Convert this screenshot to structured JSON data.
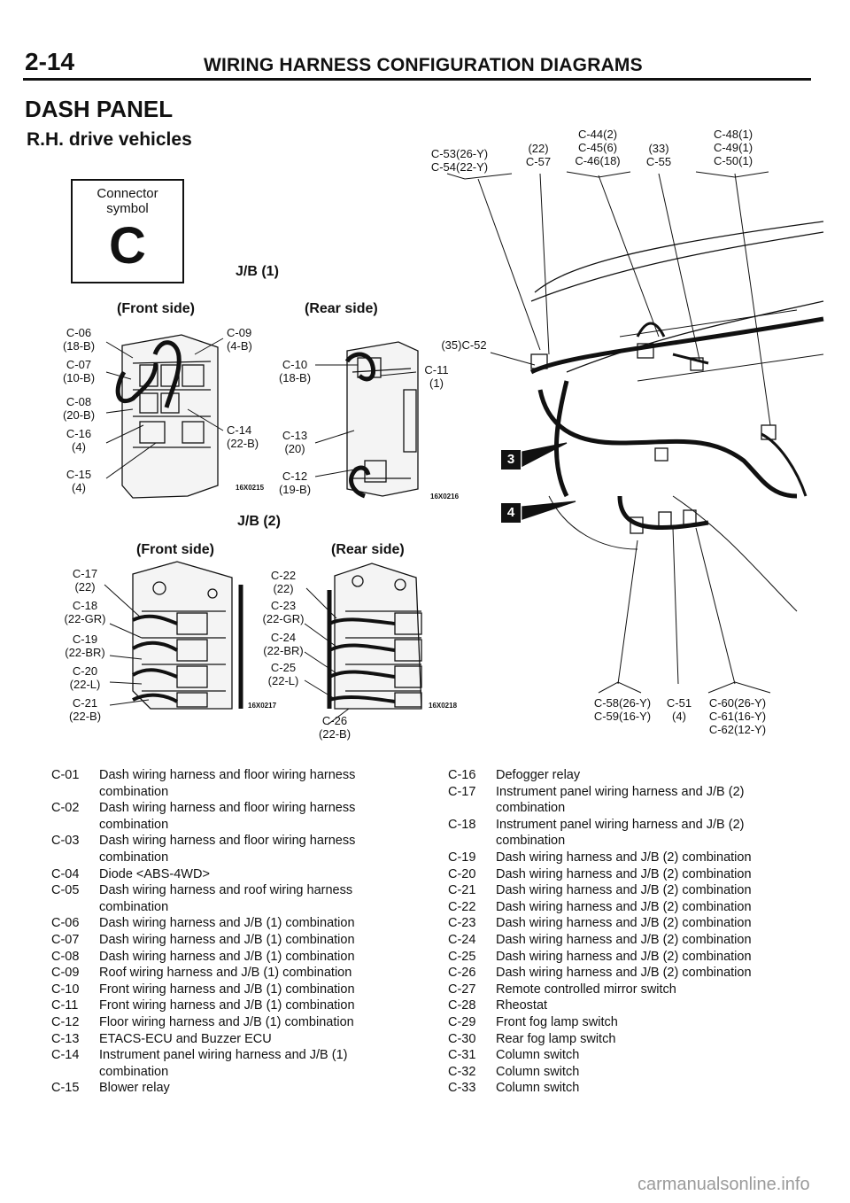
{
  "header": {
    "page_number": "2-14",
    "title": "WIRING HARNESS CONFIGURATION DIAGRAMS"
  },
  "section": {
    "title": "DASH PANEL",
    "subtitle": "R.H. drive vehicles"
  },
  "connector_symbol": {
    "caption": "Connector\nsymbol",
    "letter": "C"
  },
  "jb1": {
    "title": "J/B (1)",
    "front_label": "(Front side)",
    "rear_label": "(Rear side)",
    "front_left": [
      "C-06\n(18-B)",
      "C-07\n(10-B)",
      "C-08\n(20-B)",
      "C-16\n(4)",
      "C-15\n(4)"
    ],
    "front_right": [
      "C-09\n(4-B)",
      "C-14\n(22-B)"
    ],
    "rear": [
      "C-10\n(18-B)",
      "C-13\n(20)",
      "C-12\n(19-B)"
    ],
    "rear_right": "C-11\n(1)",
    "code_front": "16X0215",
    "code_rear": "16X0216"
  },
  "jb2": {
    "title": "J/B (2)",
    "front_label": "(Front side)",
    "rear_label": "(Rear side)",
    "front": [
      "C-17\n(22)",
      "C-18\n(22-GR)",
      "C-19\n(22-BR)",
      "C-20\n(22-L)",
      "C-21\n(22-B)"
    ],
    "rear": [
      "C-22\n(22)",
      "C-23\n(22-GR)",
      "C-24\n(22-BR)",
      "C-25\n(22-L)"
    ],
    "rear_bottom": "C-26\n(22-B)",
    "code_front": "16X0217",
    "code_rear": "16X0218"
  },
  "dash": {
    "top_labels": [
      "C-53(26-Y)\nC-54(22-Y)",
      "(22)\nC-57",
      "C-44(2)\nC-45(6)\nC-46(18)",
      "(33)\nC-55",
      "C-48(1)\nC-49(1)\nC-50(1)"
    ],
    "mid_label": "(35)C-52",
    "bottom_labels": [
      "C-58(26-Y)\nC-59(16-Y)",
      "C-51\n(4)",
      "C-60(26-Y)\nC-61(16-Y)\nC-62(12-Y)"
    ],
    "tags": [
      "3",
      "4"
    ]
  },
  "legend_left": [
    {
      "code": "C-01",
      "desc": "Dash wiring harness and floor wiring harness"
    },
    {
      "code": "",
      "desc": "combination"
    },
    {
      "code": "C-02",
      "desc": "Dash wiring harness and floor wiring harness"
    },
    {
      "code": "",
      "desc": "combination"
    },
    {
      "code": "C-03",
      "desc": "Dash wiring harness and floor wiring harness"
    },
    {
      "code": "",
      "desc": "combination"
    },
    {
      "code": "C-04",
      "desc": "Diode <ABS-4WD>"
    },
    {
      "code": "C-05",
      "desc": "Dash wiring harness and roof wiring harness"
    },
    {
      "code": "",
      "desc": "combination"
    },
    {
      "code": "C-06",
      "desc": "Dash wiring harness and J/B (1) combination"
    },
    {
      "code": "C-07",
      "desc": "Dash wiring harness and J/B (1) combination"
    },
    {
      "code": "C-08",
      "desc": "Dash wiring harness and J/B (1) combination"
    },
    {
      "code": "C-09",
      "desc": "Roof wiring harness and J/B (1) combination"
    },
    {
      "code": "C-10",
      "desc": "Front wiring harness and J/B (1) combination"
    },
    {
      "code": "C-11",
      "desc": "Front wiring harness and J/B (1) combination"
    },
    {
      "code": "C-12",
      "desc": "Floor wiring harness and J/B (1) combination"
    },
    {
      "code": "C-13",
      "desc": "ETACS-ECU and Buzzer ECU"
    },
    {
      "code": "C-14",
      "desc": "Instrument panel wiring harness and J/B (1)"
    },
    {
      "code": "",
      "desc": "combination"
    },
    {
      "code": "C-15",
      "desc": "Blower relay"
    }
  ],
  "legend_right": [
    {
      "code": "C-16",
      "desc": "Defogger relay"
    },
    {
      "code": "C-17",
      "desc": "Instrument panel wiring harness and J/B (2)"
    },
    {
      "code": "",
      "desc": "combination"
    },
    {
      "code": "C-18",
      "desc": "Instrument panel wiring harness and J/B (2)"
    },
    {
      "code": "",
      "desc": "combination"
    },
    {
      "code": "C-19",
      "desc": "Dash wiring harness and J/B (2) combination"
    },
    {
      "code": "C-20",
      "desc": "Dash wiring harness and J/B (2) combination"
    },
    {
      "code": "C-21",
      "desc": "Dash wiring harness and J/B (2) combination"
    },
    {
      "code": "C-22",
      "desc": "Dash wiring harness and J/B (2) combination"
    },
    {
      "code": "C-23",
      "desc": "Dash wiring harness and J/B (2) combination"
    },
    {
      "code": "C-24",
      "desc": "Dash wiring harness and J/B (2) combination"
    },
    {
      "code": "C-25",
      "desc": "Dash wiring harness and J/B (2) combination"
    },
    {
      "code": "C-26",
      "desc": "Dash wiring harness and J/B (2) combination"
    },
    {
      "code": "C-27",
      "desc": "Remote controlled mirror switch"
    },
    {
      "code": "C-28",
      "desc": "Rheostat"
    },
    {
      "code": "C-29",
      "desc": "Front fog lamp switch"
    },
    {
      "code": "C-30",
      "desc": "Rear fog lamp switch"
    },
    {
      "code": "C-31",
      "desc": "Column switch"
    },
    {
      "code": "C-32",
      "desc": "Column switch"
    },
    {
      "code": "C-33",
      "desc": "Column switch"
    }
  ],
  "footer": {
    "watermark": "carmanualsonline.info"
  }
}
